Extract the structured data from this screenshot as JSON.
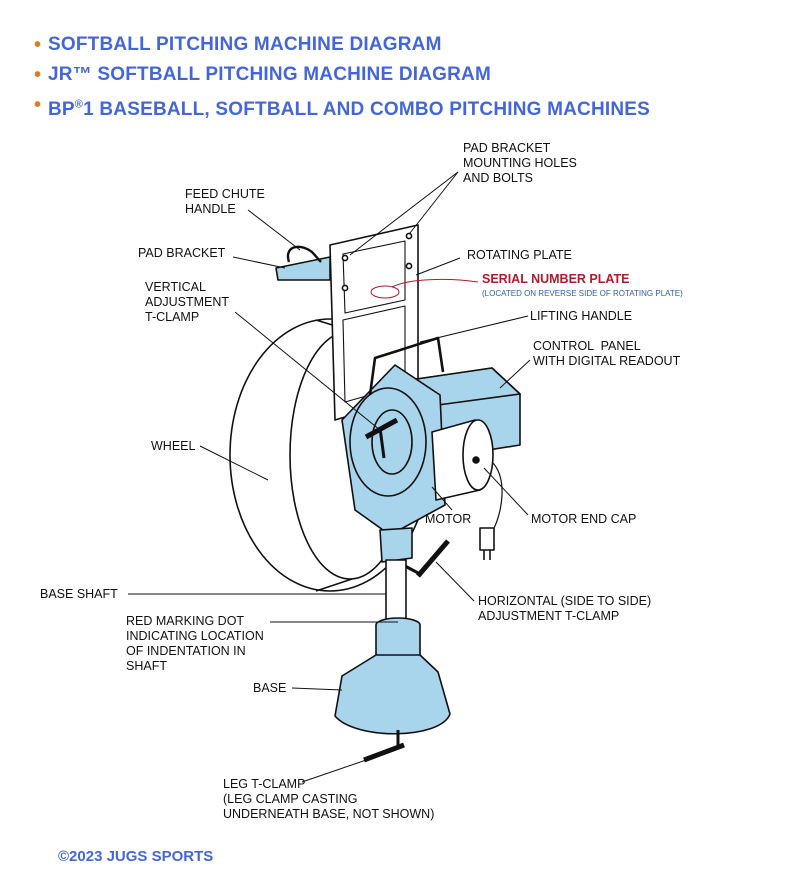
{
  "header": {
    "links": [
      {
        "label": "SOFTBALL PITCHING MACHINE DIAGRAM"
      },
      {
        "label": "JR™ SOFTBALL PITCHING MACHINE DIAGRAM"
      },
      {
        "label_pre": "BP",
        "label_sup": "®",
        "label_post": "1 BASEBALL, SOFTBALL AND COMBO PITCHING MACHINES"
      }
    ]
  },
  "diagram": {
    "labels": {
      "pad_bracket_holes": [
        "PAD BRACKET",
        "MOUNTING HOLES",
        "AND BOLTS"
      ],
      "feed_chute_handle": [
        "FEED CHUTE",
        "HANDLE"
      ],
      "pad_bracket": [
        "PAD BRACKET"
      ],
      "rotating_plate": [
        "ROTATING PLATE"
      ],
      "serial_number_plate": "SERIAL NUMBER PLATE",
      "serial_note": "(LOCATED ON REVERSE SIDE OF ROTATING PLATE)",
      "vertical_clamp": [
        "VERTICAL",
        "ADJUSTMENT",
        "T-CLAMP"
      ],
      "lifting_handle": [
        "LIFTING HANDLE"
      ],
      "control_panel": [
        "CONTROL  PANEL",
        "WITH DIGITAL READOUT"
      ],
      "wheel": [
        "WHEEL"
      ],
      "motor": [
        "MOTOR"
      ],
      "motor_end_cap": [
        "MOTOR END CAP"
      ],
      "base_shaft": [
        "BASE SHAFT"
      ],
      "horizontal_clamp": [
        "HORIZONTAL (SIDE TO SIDE)",
        "ADJUSTMENT T-CLAMP"
      ],
      "red_dot": [
        "RED MARKING DOT",
        "INDICATING LOCATION",
        "OF INDENTATION IN",
        "SHAFT"
      ],
      "base": [
        "BASE"
      ],
      "leg_clamp": [
        "LEG T-CLAMP",
        "(LEG CLAMP CASTING",
        "UNDERNEATH BASE, NOT SHOWN)"
      ]
    },
    "colors": {
      "part_fill": "#a8d4ec",
      "outline": "#111111",
      "serial_red": "#b11a2b",
      "serial_note_blue": "#2a62a8",
      "red_dot": "#e02020"
    }
  },
  "footer": {
    "copyright": "©2023 JUGS SPORTS"
  }
}
